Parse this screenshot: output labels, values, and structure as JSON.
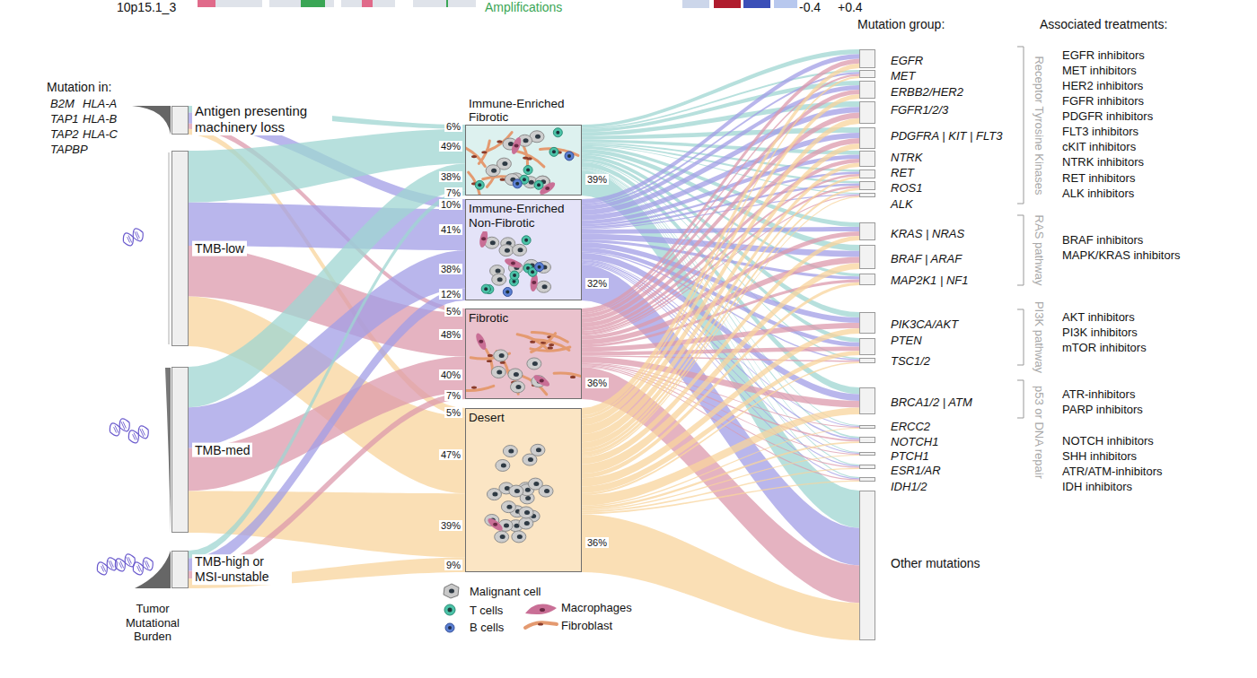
{
  "diagram": {
    "nodes": [
      {
        "text": [
          "Antigen presenting machinery loss"
        ]
      },
      {
        "text": [
          "TMB-low"
        ]
      },
      {
        "text": [
          "TMB-med"
        ]
      },
      {
        "text": [
          "TMB-high or MSI-unstable"
        ]
      },
      {
        "text": [
          "Immune-Enriched Fibrotic"
        ]
      },
      {
        "text": [
          "Immune-Enriched Non-Fibrotic"
        ]
      },
      {
        "text": [
          "Fibrotic"
        ]
      },
      {
        "text": [
          "Desert"
        ]
      },
      {
        "text": [
          "EGFR"
        ]
      },
      {
        "text": [
          "MET"
        ]
      },
      {
        "text": [
          "ERBB2/HER2"
        ]
      },
      {
        "text": [
          "FGFR1/2/3"
        ]
      },
      {
        "text": [
          "PDGFRA | KIT | FLT3"
        ]
      },
      {
        "text": [
          "NTRK"
        ]
      },
      {
        "text": [
          "RET"
        ]
      },
      {
        "text": [
          "ROS1"
        ]
      },
      {
        "text": [
          "ALK"
        ]
      },
      {
        "text": [
          "KRAS | NRAS"
        ]
      },
      {
        "text": [
          "BRAF | ARAF"
        ]
      },
      {
        "text": [
          "MAP2K1 | NF1"
        ]
      },
      {
        "text": [
          "PIK3CA/AKT"
        ]
      },
      {
        "text": [
          "PTEN"
        ]
      },
      {
        "text": [
          "TSC1/2"
        ]
      },
      {
        "text": [
          "BRCA1/2 | ATM"
        ]
      },
      {
        "text": [
          "ERCC2"
        ]
      },
      {
        "text": [
          "NOTCH1"
        ]
      },
      {
        "text": [
          "PTCH1"
        ]
      },
      {
        "text": [
          "ESR1/AR"
        ]
      },
      {
        "text": [
          "IDH1/2"
        ]
      },
      {
        "text": [
          "Other mutations"
        ]
      }
    ],
    "edges": [
      {
        "from": 0,
        "to": 4,
        "arrow": "none"
      },
      {
        "from": 0,
        "to": 5,
        "arrow": "none"
      },
      {
        "from": 0,
        "to": 6,
        "arrow": "none"
      },
      {
        "from": 0,
        "to": 7,
        "arrow": "none"
      },
      {
        "from": 1,
        "to": 4,
        "arrow": "none"
      },
      {
        "from": 1,
        "to": 5,
        "arrow": "none"
      },
      {
        "from": 1,
        "to": 6,
        "arrow": "none"
      },
      {
        "from": 1,
        "to": 7,
        "arrow": "none"
      },
      {
        "from": 2,
        "to": 4,
        "arrow": "none"
      },
      {
        "from": 2,
        "to": 5,
        "arrow": "none"
      },
      {
        "from": 2,
        "to": 6,
        "arrow": "none"
      },
      {
        "from": 2,
        "to": 7,
        "arrow": "none"
      },
      {
        "from": 3,
        "to": 4,
        "arrow": "none"
      },
      {
        "from": 3,
        "to": 5,
        "arrow": "none"
      },
      {
        "from": 3,
        "to": 6,
        "arrow": "none"
      },
      {
        "from": 3,
        "to": 7,
        "arrow": "none"
      },
      {
        "from": 4,
        "to": 8,
        "arrow": "none"
      },
      {
        "from": 4,
        "to": 9,
        "arrow": "none"
      },
      {
        "from": 4,
        "to": 10,
        "arrow": "none"
      },
      {
        "from": 4,
        "to": 11,
        "arrow": "none"
      },
      {
        "from": 4,
        "to": 12,
        "arrow": "none"
      },
      {
        "from": 4,
        "to": 13,
        "arrow": "none"
      },
      {
        "from": 4,
        "to": 14,
        "arrow": "none"
      },
      {
        "from": 4,
        "to": 15,
        "arrow": "none"
      },
      {
        "from": 4,
        "to": 16,
        "arrow": "none"
      },
      {
        "from": 4,
        "to": 17,
        "arrow": "none"
      },
      {
        "from": 4,
        "to": 18,
        "arrow": "none"
      },
      {
        "from": 4,
        "to": 19,
        "arrow": "none"
      },
      {
        "from": 4,
        "to": 20,
        "arrow": "none"
      },
      {
        "from": 4,
        "to": 21,
        "arrow": "none"
      },
      {
        "from": 4,
        "to": 22,
        "arrow": "none"
      },
      {
        "from": 4,
        "to": 23,
        "arrow": "none"
      },
      {
        "from": 4,
        "to": 24,
        "arrow": "none"
      },
      {
        "from": 4,
        "to": 25,
        "arrow": "none"
      },
      {
        "from": 4,
        "to": 26,
        "arrow": "none"
      },
      {
        "from": 4,
        "to": 27,
        "arrow": "none"
      },
      {
        "from": 4,
        "to": 28,
        "arrow": "none"
      },
      {
        "from": 4,
        "to": 29,
        "arrow": "none"
      },
      {
        "from": 5,
        "to": 8,
        "arrow": "none"
      },
      {
        "from": 5,
        "to": 9,
        "arrow": "none"
      },
      {
        "from": 5,
        "to": 10,
        "arrow": "none"
      },
      {
        "from": 5,
        "to": 11,
        "arrow": "none"
      },
      {
        "from": 5,
        "to": 12,
        "arrow": "none"
      },
      {
        "from": 5,
        "to": 13,
        "arrow": "none"
      },
      {
        "from": 5,
        "to": 14,
        "arrow": "none"
      },
      {
        "from": 5,
        "to": 15,
        "arrow": "none"
      },
      {
        "from": 5,
        "to": 16,
        "arrow": "none"
      },
      {
        "from": 5,
        "to": 17,
        "arrow": "none"
      },
      {
        "from": 5,
        "to": 18,
        "arrow": "none"
      },
      {
        "from": 5,
        "to": 19,
        "arrow": "none"
      },
      {
        "from": 5,
        "to": 20,
        "arrow": "none"
      },
      {
        "from": 5,
        "to": 21,
        "arrow": "none"
      },
      {
        "from": 5,
        "to": 22,
        "arrow": "none"
      },
      {
        "from": 5,
        "to": 23,
        "arrow": "none"
      },
      {
        "from": 5,
        "to": 24,
        "arrow": "none"
      },
      {
        "from": 5,
        "to": 25,
        "arrow": "none"
      },
      {
        "from": 5,
        "to": 26,
        "arrow": "none"
      },
      {
        "from": 5,
        "to": 27,
        "arrow": "none"
      },
      {
        "from": 5,
        "to": 28,
        "arrow": "none"
      },
      {
        "from": 5,
        "to": 29,
        "arrow": "none"
      },
      {
        "from": 6,
        "to": 8,
        "arrow": "none"
      },
      {
        "from": 6,
        "to": 9,
        "arrow": "none"
      },
      {
        "from": 6,
        "to": 10,
        "arrow": "none"
      },
      {
        "from": 6,
        "to": 11,
        "arrow": "none"
      },
      {
        "from": 6,
        "to": 12,
        "arrow": "none"
      },
      {
        "from": 6,
        "to": 13,
        "arrow": "none"
      },
      {
        "from": 6,
        "to": 14,
        "arrow": "none"
      },
      {
        "from": 6,
        "to": 15,
        "arrow": "none"
      },
      {
        "from": 6,
        "to": 16,
        "arrow": "none"
      },
      {
        "from": 6,
        "to": 17,
        "arrow": "none"
      },
      {
        "from": 6,
        "to": 18,
        "arrow": "none"
      },
      {
        "from": 6,
        "to": 19,
        "arrow": "none"
      },
      {
        "from": 6,
        "to": 20,
        "arrow": "none"
      },
      {
        "from": 6,
        "to": 21,
        "arrow": "none"
      },
      {
        "from": 6,
        "to": 22,
        "arrow": "none"
      },
      {
        "from": 6,
        "to": 23,
        "arrow": "none"
      },
      {
        "from": 6,
        "to": 24,
        "arrow": "none"
      },
      {
        "from": 6,
        "to": 25,
        "arrow": "none"
      },
      {
        "from": 6,
        "to": 26,
        "arrow": "none"
      },
      {
        "from": 6,
        "to": 27,
        "arrow": "none"
      },
      {
        "from": 6,
        "to": 28,
        "arrow": "none"
      },
      {
        "from": 6,
        "to": 29,
        "arrow": "none"
      },
      {
        "from": 7,
        "to": 8,
        "arrow": "none"
      },
      {
        "from": 7,
        "to": 9,
        "arrow": "none"
      },
      {
        "from": 7,
        "to": 10,
        "arrow": "none"
      },
      {
        "from": 7,
        "to": 11,
        "arrow": "none"
      },
      {
        "from": 7,
        "to": 12,
        "arrow": "none"
      },
      {
        "from": 7,
        "to": 13,
        "arrow": "none"
      },
      {
        "from": 7,
        "to": 14,
        "arrow": "none"
      },
      {
        "from": 7,
        "to": 15,
        "arrow": "none"
      },
      {
        "from": 7,
        "to": 16,
        "arrow": "none"
      },
      {
        "from": 7,
        "to": 17,
        "arrow": "none"
      },
      {
        "from": 7,
        "to": 18,
        "arrow": "none"
      },
      {
        "from": 7,
        "to": 19,
        "arrow": "none"
      },
      {
        "from": 7,
        "to": 20,
        "arrow": "none"
      },
      {
        "from": 7,
        "to": 21,
        "arrow": "none"
      },
      {
        "from": 7,
        "to": 22,
        "arrow": "none"
      },
      {
        "from": 7,
        "to": 23,
        "arrow": "none"
      },
      {
        "from": 7,
        "to": 24,
        "arrow": "none"
      },
      {
        "from": 7,
        "to": 25,
        "arrow": "none"
      },
      {
        "from": 7,
        "to": 26,
        "arrow": "none"
      },
      {
        "from": 7,
        "to": 27,
        "arrow": "none"
      },
      {
        "from": 7,
        "to": 28,
        "arrow": "none"
      },
      {
        "from": 7,
        "to": 29,
        "arrow": "none"
      }
    ],
    "labels": [
      "10p15.1_3",
      "Amplifications",
      "-0.4",
      "+0.4",
      "Mutation in:",
      "B2M",
      "HLA-A",
      "TAP1",
      "HLA-B",
      "TAP2",
      "HLA-C",
      "TAPBP",
      "Tumor Mutational Burden",
      "6%",
      "49%",
      "38%",
      "7%",
      "39%",
      "10%",
      "41%",
      "38%",
      "12%",
      "32%",
      "5%",
      "48%",
      "40%",
      "7%",
      "36%",
      "5%",
      "47%",
      "39%",
      "9%",
      "36%",
      "Mutation group:",
      "Associated treatments:",
      "Receptor Tyrosine Kinases",
      "RAS pathway",
      "PI3K pathway",
      "p53 or DNA repair",
      "EGFR inhibitors",
      "MET inhibitors",
      "HER2 inhibitors",
      "FGFR inhibitors",
      "PDGFR inhibitors",
      "FLT3 inhibitors",
      "cKIT inhibitors",
      "NTRK inhibitors",
      "RET inhibitors",
      "ALK inhibitors",
      "BRAF inhibitors",
      "MAPK/KRAS inhibitors",
      "AKT inhibitors",
      "PI3K inhibitors",
      "mTOR inhibitors",
      "ATR-inhibitors",
      "PARP inhibitors",
      "NOTCH inhibitors",
      "SHH inhibitors",
      "ATR/ATM-inhibitors",
      "IDH inhibitors"
    ],
    "legend": [
      {
        "text": "Malignant cell"
      },
      {
        "text": "T cells"
      },
      {
        "text": "B cells"
      },
      {
        "text": "Macrophages"
      },
      {
        "text": "Fibroblast"
      }
    ]
  }
}
